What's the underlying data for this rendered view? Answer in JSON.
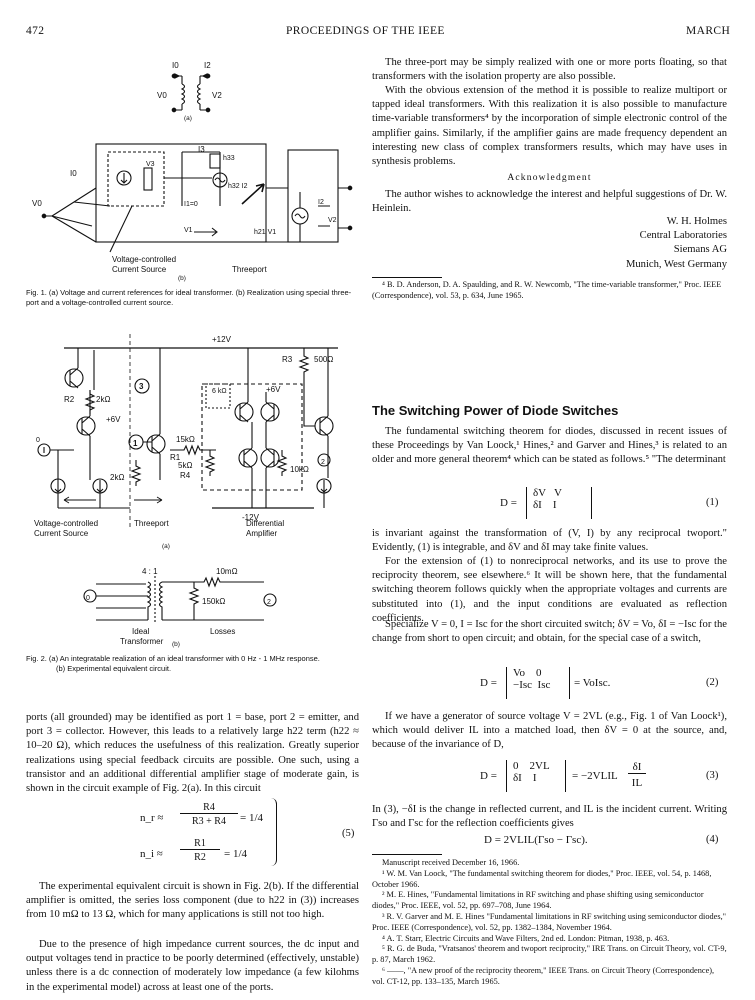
{
  "header": {
    "page_number": "472",
    "journal": "PROCEEDINGS OF THE IEEE",
    "month": "MARCH"
  },
  "figure1": {
    "part_a_label": "(a)",
    "part_b_label": "(b)",
    "labels": {
      "I0": "I0",
      "I2": "I2",
      "V0": "V0",
      "V2": "V2",
      "I3": "I3",
      "V3": "V3",
      "h33": "h33",
      "h32I2": "h32 I2",
      "I1eq0": "I1=0",
      "V1": "V1",
      "h21V1": "h21 V1",
      "vcs1": "Voltage-controlled",
      "vcs2": "Current Source",
      "threeport": "Threeport"
    },
    "caption": "Fig. 1. (a) Voltage and current references for ideal transformer. (b) Realization using special three-port and a voltage-controlled current source."
  },
  "figure2": {
    "part_a_label": "(a)",
    "part_b_label": "(b)",
    "labels": {
      "plus12": "+12V",
      "minus12": "-12V",
      "plus6a": "+6V",
      "plus6b": "+6V",
      "R1": "R1",
      "R2": "R2",
      "R3": "R3",
      "R4": "R4",
      "r500": "500Ω",
      "r2k_top": "2kΩ",
      "r2k_bot": "2kΩ",
      "r15k": "15kΩ",
      "r5k": "5kΩ",
      "r6k": "6 kΩ",
      "r10k": "10kΩ",
      "n1": "1",
      "n2": "2",
      "n3": "3",
      "vcs1": "Voltage-controlled",
      "vcs2": "Current Source",
      "threeport": "Threeport",
      "diff1": "Differential",
      "diff2": "Amplifier",
      "ratio": "4 : 1",
      "r10m": "10mΩ",
      "r150k": "150kΩ",
      "ideal1": "Ideal",
      "ideal2": "Transformer",
      "losses": "Losses"
    },
    "caption_line1": "Fig. 2. (a) An integratable realization of an ideal transformer with 0 Hz - 1 MHz response.",
    "caption_line2": "(b) Experimental equivalent circuit."
  },
  "left_text": {
    "para1": "ports (all grounded) may be identified as port 1 = base, port 2 = emitter, and port 3 = collector. However, this leads to a relatively large h22 term (h22 ≈ 10–20 Ω), which reduces the usefulness of this realization. Greatly superior realizations using special feedback circuits are possible. One such, using a transistor and an additional differential amplifier stage of moderate gain, is shown in the circuit example of Fig. 2(a). In this circuit",
    "eq5_lhs1": "n_r ≈",
    "eq5_frac1_num": "R4",
    "eq5_frac1_den": "R3 + R4",
    "eq5_val1": "= 1/4",
    "eq5_lhs2": "n_i ≈",
    "eq5_frac2_num": "R1",
    "eq5_frac2_den": "R2",
    "eq5_val2": "= 1/4",
    "eq5_number": "(5)",
    "para2": "The experimental equivalent circuit is shown in Fig. 2(b). If the differential amplifier is omitted, the series loss component (due to h22 in (3)) increases from 10 mΩ to 13 Ω, which for many applications is still not too high.",
    "para3": "Due to the presence of high impedance current sources, the dc input and output voltages tend in practice to be poorly determined (effectively, unstable) unless there is a dc connection of moderately low impedance (a few kilohms in the experimental model) across at least one of the ports."
  },
  "right_text": {
    "para1": "The three-port may be simply realized with one or more ports floating, so that transformers with the isolation property are also possible.",
    "para2": "With the obvious extension of the method it is possible to realize multiport or tapped ideal transformers. With this realization it is also possible to manufacture time-variable transformers⁴ by the incorporation of simple electronic control of the amplifier gains. Similarly, if the amplifier gains are made frequency dependent an interesting new class of complex transformers results, which may have uses in synthesis problems.",
    "ack_heading": "Acknowledgment",
    "ack_text": "The author wishes to acknowledge the interest and helpful suggestions of Dr. W. Heinlein.",
    "author_name": "W. H. Holmes",
    "author_affil1": "Central Laboratories",
    "author_affil2": "Siemans AG",
    "author_affil3": "Munich, West Germany",
    "footnote4": "⁴ B. D. Anderson, D. A. Spaulding, and R. W. Newcomb, \"The time-variable transformer,\" Proc. IEEE (Correspondence), vol. 53, p. 634, June 1965."
  },
  "article2": {
    "title": "The Switching Power of Diode Switches",
    "para1": "The fundamental switching theorem for diodes, discussed in recent issues of these Proceedings by Van Loock,¹ Hines,² and Garver and Hines,³ is related to an older and more general theorem⁴ which can be stated as follows.⁵ \"The determinant",
    "eq1_lhs": "D =",
    "eq1_r1": "δV   V",
    "eq1_r2": "δI    I",
    "eq1_number": "(1)",
    "para2": "is invariant against the transformation of (V, I) by any reciprocal twoport.\" Evidently, (1) is integrable, and δV and δI may take finite values.",
    "para3": "For the extension of (1) to nonreciprocal networks, and its use to prove the reciprocity theorem, see elsewhere.⁶ It will be shown here, that the fundamental switching theorem follows quickly when the appropriate voltages and currents are substituted into (1), and the input conditions are evaluated as reflection coefficients.",
    "para4": "Specialize V = 0, I = Isc for the short circuited switch; δV = Vo, δI = −Isc for the change from short to open circuit; and obtain, for the special case of a switch,",
    "eq2_lhs": "D =",
    "eq2_r1": "Vo    0",
    "eq2_r2": "−Isc  Isc",
    "eq2_rhs": "= VoIsc.",
    "eq2_number": "(2)",
    "para5": "If we have a generator of source voltage V = 2VL (e.g., Fig. 1 of Van Loock¹), which would deliver IL into a matched load, then δV = 0 at the source, and, because of the invariance of D,",
    "eq3_lhs": "D =",
    "eq3_r1": "0    2VL",
    "eq3_r2": "δI    I",
    "eq3_rhs": "= −2VLIL",
    "eq3_frac_num": "δI",
    "eq3_frac_den": "IL",
    "eq3_number": "(3)",
    "para6": "In (3), −δI is the change in reflected current, and IL is the incident current. Writing Γso and Γsc for the reflection coefficients gives",
    "eq4": "D = 2VLIL(Γso − Γsc).",
    "eq4_number": "(4)",
    "received": "Manuscript received December 16, 1966.",
    "refs": [
      "¹ W. M. Van Loock, \"The fundamental switching theorem for diodes,\" Proc. IEEE, vol. 54, p. 1468, October 1966.",
      "² M. E. Hines, \"Fundamental limitations in RF switching and phase shifting using semiconductor diodes,\" Proc. IEEE, vol. 52, pp. 697–708, June 1964.",
      "³ R. V. Garver and M. E. Hines \"Fundamental limitations in RF switching using semiconductor diodes,\" Proc. IEEE (Correspondence), vol. 52, pp. 1382–1384, November 1964.",
      "⁴ A. T. Starr, Electric Circuits and Wave Filters, 2nd ed. London: Pitman, 1938, p. 463.",
      "⁵ R. G. de Buda, \"Vratsanos' theorem and twoport reciprocity,\" IRE Trans. on Circuit Theory, vol. CT-9, p. 87, March 1962.",
      "⁶ ——, \"A new proof of the reciprocity theorem,\" IEEE Trans. on Circuit Theory (Correspondence), vol. CT-12, pp. 133–135, March 1965."
    ]
  }
}
